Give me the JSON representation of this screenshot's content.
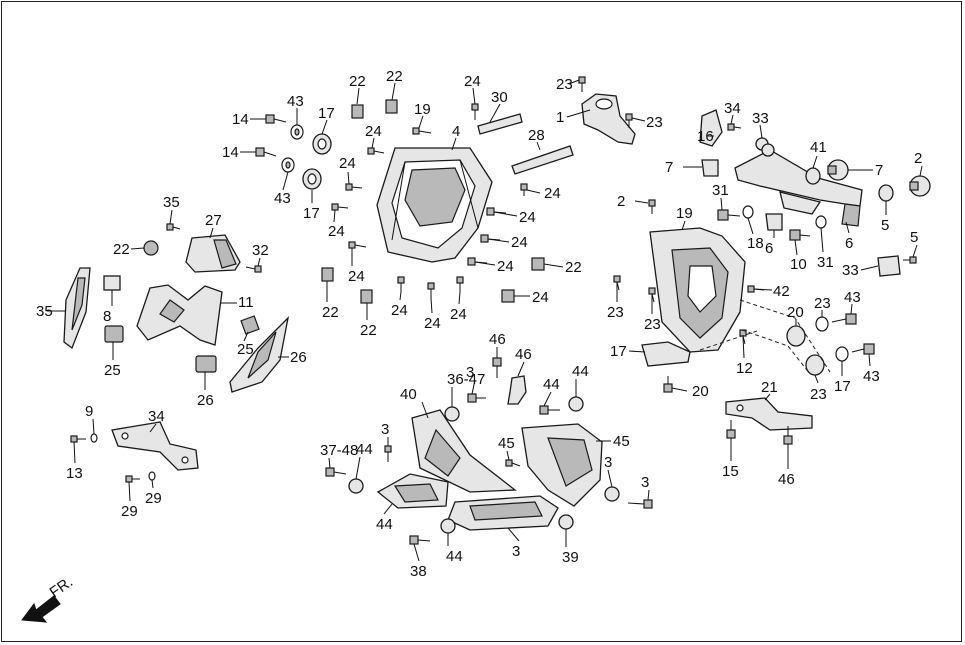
{
  "diagram": {
    "direction_label": "FR.",
    "callouts": [
      {
        "id": "c1",
        "text": "1"
      },
      {
        "id": "c2",
        "text": "23"
      },
      {
        "id": "c3",
        "text": "23"
      },
      {
        "id": "c4",
        "text": "24"
      },
      {
        "id": "c5",
        "text": "30"
      },
      {
        "id": "c6",
        "text": "22"
      },
      {
        "id": "c7",
        "text": "22"
      },
      {
        "id": "c8",
        "text": "19"
      },
      {
        "id": "c9",
        "text": "14"
      },
      {
        "id": "c10",
        "text": "43"
      },
      {
        "id": "c11",
        "text": "17"
      },
      {
        "id": "c12",
        "text": "24"
      },
      {
        "id": "c13",
        "text": "4"
      },
      {
        "id": "c14",
        "text": "28"
      },
      {
        "id": "c15",
        "text": "24"
      },
      {
        "id": "c16",
        "text": "14"
      },
      {
        "id": "c17",
        "text": "43"
      },
      {
        "id": "c18",
        "text": "17"
      },
      {
        "id": "c19",
        "text": "24"
      },
      {
        "id": "c20",
        "text": "24"
      },
      {
        "id": "c21",
        "text": "24"
      },
      {
        "id": "c22",
        "text": "24"
      },
      {
        "id": "c23",
        "text": "24"
      },
      {
        "id": "c24",
        "text": "24"
      },
      {
        "id": "c25",
        "text": "22"
      },
      {
        "id": "c26",
        "text": "24"
      },
      {
        "id": "c27",
        "text": "22"
      },
      {
        "id": "c28",
        "text": "22"
      },
      {
        "id": "c29",
        "text": "24"
      },
      {
        "id": "c30",
        "text": "24"
      },
      {
        "id": "c31",
        "text": "24"
      },
      {
        "id": "c32",
        "text": "22"
      },
      {
        "id": "c33",
        "text": "35"
      },
      {
        "id": "c34",
        "text": "27"
      },
      {
        "id": "c35",
        "text": "32"
      },
      {
        "id": "c36",
        "text": "35"
      },
      {
        "id": "c37",
        "text": "8"
      },
      {
        "id": "c38",
        "text": "25"
      },
      {
        "id": "c39",
        "text": "11"
      },
      {
        "id": "c40",
        "text": "25"
      },
      {
        "id": "c41",
        "text": "26"
      },
      {
        "id": "c42",
        "text": "26"
      },
      {
        "id": "c43",
        "text": "9"
      },
      {
        "id": "c44",
        "text": "34"
      },
      {
        "id": "c45",
        "text": "13"
      },
      {
        "id": "c46",
        "text": "29"
      },
      {
        "id": "c47",
        "text": "29"
      },
      {
        "id": "c48",
        "text": "34"
      },
      {
        "id": "c49",
        "text": "33"
      },
      {
        "id": "c50",
        "text": "16"
      },
      {
        "id": "c51",
        "text": "41"
      },
      {
        "id": "c52",
        "text": "2"
      },
      {
        "id": "c53",
        "text": "7"
      },
      {
        "id": "c54",
        "text": "7"
      },
      {
        "id": "c55",
        "text": "31"
      },
      {
        "id": "c56",
        "text": "5"
      },
      {
        "id": "c57",
        "text": "2"
      },
      {
        "id": "c58",
        "text": "19"
      },
      {
        "id": "c59",
        "text": "18"
      },
      {
        "id": "c60",
        "text": "6"
      },
      {
        "id": "c61",
        "text": "31"
      },
      {
        "id": "c62",
        "text": "6"
      },
      {
        "id": "c63",
        "text": "10"
      },
      {
        "id": "c64",
        "text": "5"
      },
      {
        "id": "c65",
        "text": "33"
      },
      {
        "id": "c66",
        "text": "42"
      },
      {
        "id": "c67",
        "text": "23"
      },
      {
        "id": "c68",
        "text": "23"
      },
      {
        "id": "c69",
        "text": "23"
      },
      {
        "id": "c70",
        "text": "43"
      },
      {
        "id": "c71",
        "text": "20"
      },
      {
        "id": "c72",
        "text": "17"
      },
      {
        "id": "c73",
        "text": "12"
      },
      {
        "id": "c74",
        "text": "23"
      },
      {
        "id": "c75",
        "text": "17"
      },
      {
        "id": "c76",
        "text": "43"
      },
      {
        "id": "c77",
        "text": "20"
      },
      {
        "id": "c78",
        "text": "21"
      },
      {
        "id": "c79",
        "text": "15"
      },
      {
        "id": "c80",
        "text": "46"
      },
      {
        "id": "c81",
        "text": "46"
      },
      {
        "id": "c82",
        "text": "46"
      },
      {
        "id": "c83",
        "text": "40"
      },
      {
        "id": "c84",
        "text": "36-47"
      },
      {
        "id": "c85",
        "text": "3"
      },
      {
        "id": "c86",
        "text": "44"
      },
      {
        "id": "c87",
        "text": "44"
      },
      {
        "id": "c88",
        "text": "3"
      },
      {
        "id": "c89",
        "text": "45"
      },
      {
        "id": "c90",
        "text": "45"
      },
      {
        "id": "c91",
        "text": "37-48"
      },
      {
        "id": "c92",
        "text": "44"
      },
      {
        "id": "c93",
        "text": "3"
      },
      {
        "id": "c94",
        "text": "3"
      },
      {
        "id": "c95",
        "text": "44"
      },
      {
        "id": "c96",
        "text": "38"
      },
      {
        "id": "c97",
        "text": "44"
      },
      {
        "id": "c98",
        "text": "3"
      },
      {
        "id": "c99",
        "text": "39"
      },
      {
        "id": "c100",
        "text": "3"
      }
    ]
  },
  "colors": {
    "line": "#111111",
    "part_fill": "#e6e6e6",
    "part_dark": "#b9b9b9",
    "background": "#ffffff"
  }
}
